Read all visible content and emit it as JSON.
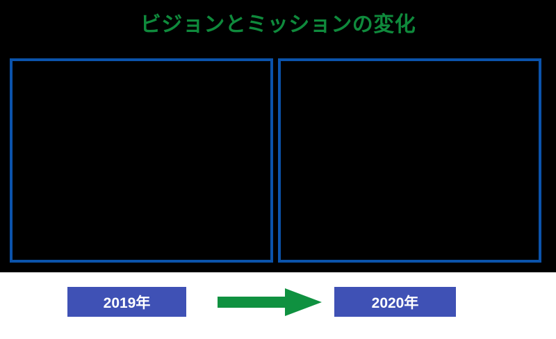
{
  "slide": {
    "title": "ビジョンとミッションの変化",
    "title_color": "#0f8a3c",
    "background_color": "#000000",
    "page_background_color": "#ffffff"
  },
  "panels": {
    "border_color": "#0b53ab",
    "fill_color": "#000000",
    "left": {
      "name": "before-panel",
      "body": ""
    },
    "right": {
      "name": "after-panel",
      "body": ""
    }
  },
  "timeline": {
    "box_color": "#3f51b5",
    "box_text_color": "#ffffff",
    "arrow_color": "#0f9140",
    "from_label": "2019年",
    "to_label": "2020年",
    "arrow_icon": "right-arrow-icon"
  }
}
